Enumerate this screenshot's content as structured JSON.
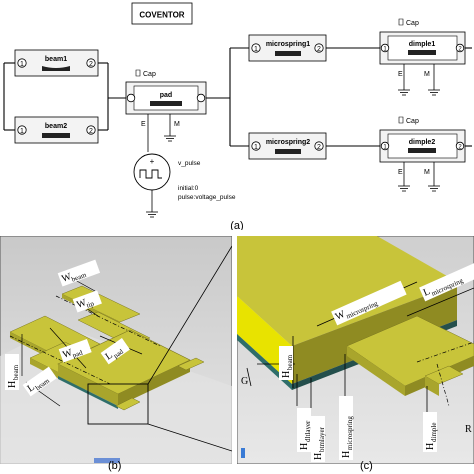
{
  "schematic": {
    "title": "COVENTOR",
    "blocks": {
      "beam1": "beam1",
      "beam2": "beam2",
      "pad": "pad",
      "microspring1": "microspring1",
      "microspring2": "microspring2",
      "dimple1": "dimple1",
      "dimple2": "dimple2"
    },
    "port_numbers": {
      "left": "1",
      "right": "2"
    },
    "cap_label": "Cap",
    "pad_pins": {
      "e": "E",
      "m": "M"
    },
    "dimple_pins": {
      "e": "E",
      "m": "M"
    },
    "source": {
      "name": "v_pulse",
      "initial": "initial:0",
      "pulse": "pulse:voltage_pulse"
    },
    "caption": "(a)"
  },
  "view_b": {
    "labels": {
      "w_beam": "W",
      "w_beam_sub": "beam",
      "w_tip": "W",
      "w_tip_sub": "tip",
      "w_pad": "W",
      "w_pad_sub": "pad",
      "l_pad": "L",
      "l_pad_sub": "pad",
      "h_beam": "H",
      "h_beam_sub": "beam",
      "l_beam": "L",
      "l_beam_sub": "beam"
    },
    "caption": "(b)"
  },
  "view_c": {
    "labels": {
      "w_microspring": "W",
      "w_microspring_sub": "microspring",
      "l_microspring": "L",
      "l_microspring_sub": "microspring",
      "h_beam": "H",
      "h_beam_sub": "beam",
      "g": "G",
      "h_dltlayer": "H",
      "h_dltlayer_sub": "dltlayer",
      "h_btmlayer": "H",
      "h_btmlayer_sub": "btmlayer",
      "h_microspring": "H",
      "h_microspring_sub": "microspring",
      "h_dimple": "H",
      "h_dimple_sub": "dimple",
      "r": "R"
    },
    "caption": "(c)"
  },
  "colors": {
    "structure_top": "#c8c43a",
    "structure_side": "#a9a52c",
    "structure_edge": "#e6e080",
    "substrate": "#2f6e6a",
    "background_3d": "#d8d8d8"
  }
}
